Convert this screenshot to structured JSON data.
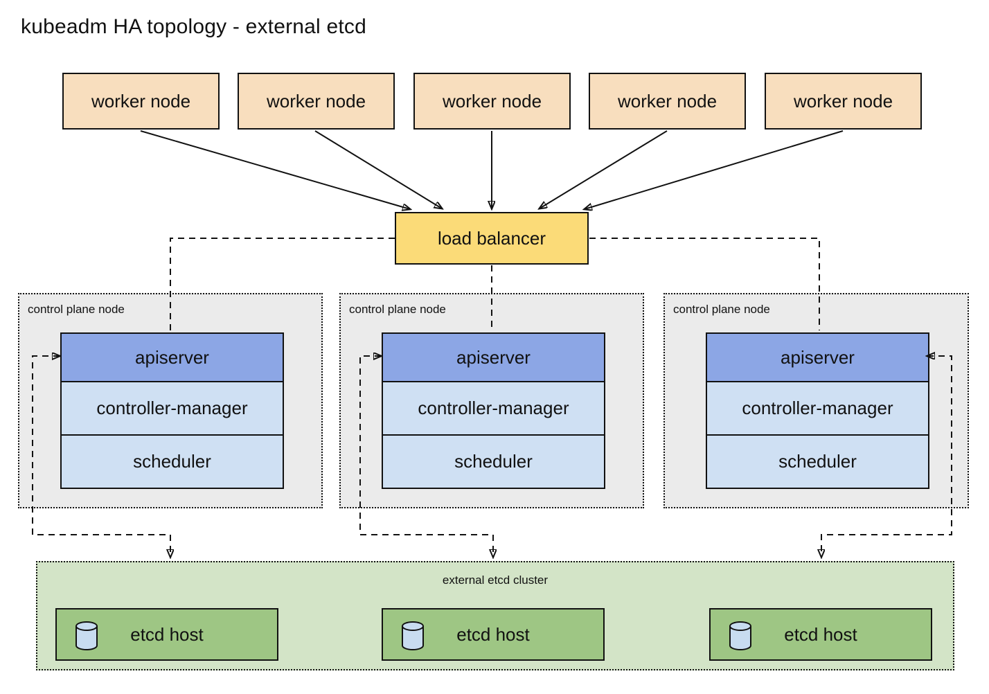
{
  "title": "kubeadm HA topology - external etcd",
  "workers": [
    {
      "label": "worker node"
    },
    {
      "label": "worker node"
    },
    {
      "label": "worker node"
    },
    {
      "label": "worker node"
    },
    {
      "label": "worker node"
    }
  ],
  "load_balancer": {
    "label": "load balancer"
  },
  "control_planes": [
    {
      "label": "control plane node",
      "components": {
        "apiserver": "apiserver",
        "controller_manager": "controller-manager",
        "scheduler": "scheduler"
      }
    },
    {
      "label": "control plane node",
      "components": {
        "apiserver": "apiserver",
        "controller_manager": "controller-manager",
        "scheduler": "scheduler"
      }
    },
    {
      "label": "control plane node",
      "components": {
        "apiserver": "apiserver",
        "controller_manager": "controller-manager",
        "scheduler": "scheduler"
      }
    }
  ],
  "etcd_cluster": {
    "label": "external etcd cluster",
    "hosts": [
      {
        "label": "etcd host",
        "icon": "database-cylinder-icon"
      },
      {
        "label": "etcd host",
        "icon": "database-cylinder-icon"
      },
      {
        "label": "etcd host",
        "icon": "database-cylinder-icon"
      }
    ]
  },
  "colors": {
    "background": "#FFFFFF",
    "text_color": "#111111",
    "line_color": "#111111",
    "worker_fill": "#F8DEBE",
    "load_balancer_fill": "#FBDB78",
    "control_plane_fill": "#EBEBEB",
    "apiserver_fill": "#8CA6E5",
    "component_fill": "#CFE0F3",
    "etcd_cluster_fill": "#D3E4C7",
    "etcd_host_fill": "#9EC684",
    "cylinder_fill": "#C8DCF0"
  }
}
